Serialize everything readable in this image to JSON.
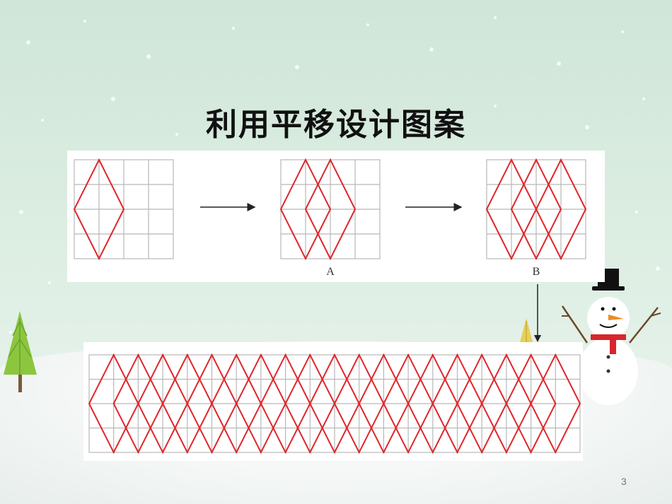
{
  "slide": {
    "title": "利用平移设计图案",
    "page_number": "3"
  },
  "figure": {
    "label_a": "A",
    "label_b": "B",
    "grid_color": "#b8b8b8",
    "line_color": "#e0262b"
  }
}
